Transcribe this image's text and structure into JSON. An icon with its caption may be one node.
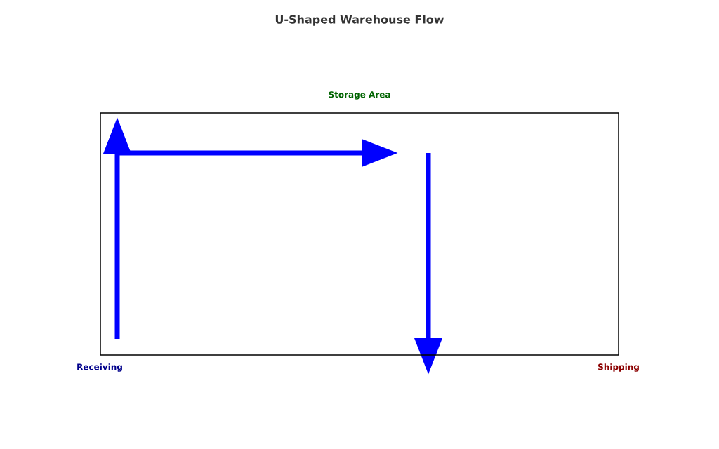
{
  "diagram": {
    "title": "U-Shaped Warehouse Flow",
    "nodes": [
      {
        "text": [
          "Storage Area"
        ]
      }
    ],
    "labels": [
      "Receiving",
      "Shipping"
    ]
  }
}
